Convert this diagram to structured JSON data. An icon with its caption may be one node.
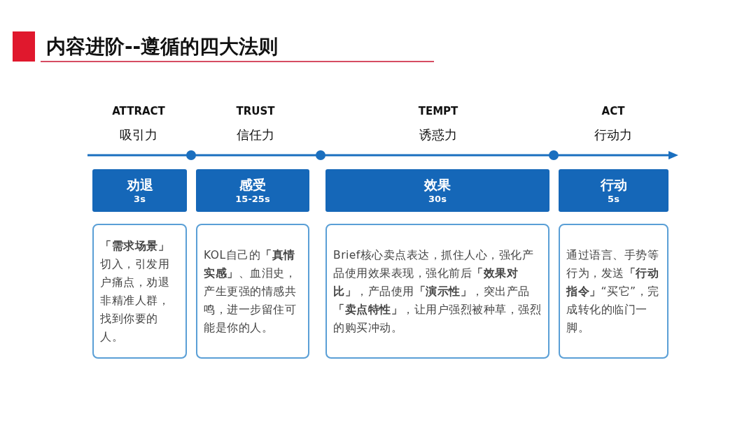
{
  "diagram": {
    "title": "内容进阶--遵循的四大法则",
    "nodes": [
      {
        "text": [
          "劝退",
          "3s"
        ]
      },
      {
        "text": [
          "感受",
          "15-25s"
        ]
      },
      {
        "text": [
          "效果",
          "30s"
        ]
      },
      {
        "text": [
          "行动",
          "5s"
        ]
      },
      {
        "text": [
          "**「需求场景」**切入，引发用户痛点，劝退非精准人群，找到你要的人。"
        ]
      },
      {
        "text": [
          "KOL自己的**「真情实感」**、血泪史，产生更强的情感共鸣，进一步留住可能是你的人。"
        ]
      },
      {
        "text": [
          "Brief核心卖点表达，抓住人心，强化产品使用效果表现，强化前后**「效果对比」**，产品使用**「演示性」**，突出产品**「卖点特性」**，让用户强烈被种草，强烈的购买冲动。"
        ]
      },
      {
        "text": [
          "通过语言、手势等行为，发送**「行动指令」**“买它”，完成转化的临门一脚。"
        ]
      }
    ],
    "labels": [
      "ATTRAC**T**",
      "吸引力",
      "TRUS**T**",
      "信任力",
      "TEMP**T**",
      "诱惑力",
      "AC**T**",
      "行动力"
    ]
  }
}
